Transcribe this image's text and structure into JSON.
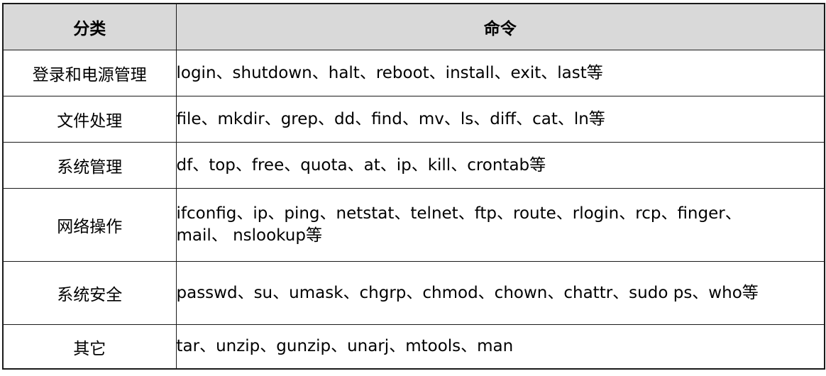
{
  "table": {
    "headers": {
      "category": "分类",
      "command": "命令"
    },
    "rows": [
      {
        "category": "登录和电源管理",
        "commands": "login、shutdown、halt、reboot、install、exit、last等"
      },
      {
        "category": "文件处理",
        "commands": "file、mkdir、grep、dd、find、mv、ls、diff、cat、ln等"
      },
      {
        "category": "系统管理",
        "commands": "df、top、free、quota、at、ip、kill、crontab等"
      },
      {
        "category": "网络操作",
        "commands": "ifconfig、ip、ping、netstat、telnet、ftp、route、rlogin、rcp、finger、\nmail、 nslookup等"
      },
      {
        "category": "系统安全",
        "commands": "passwd、su、umask、chgrp、chmod、chown、chattr、sudo ps、who等"
      },
      {
        "category": "其它",
        "commands": "tar、unzip、gunzip、unarj、mtools、man"
      }
    ]
  }
}
